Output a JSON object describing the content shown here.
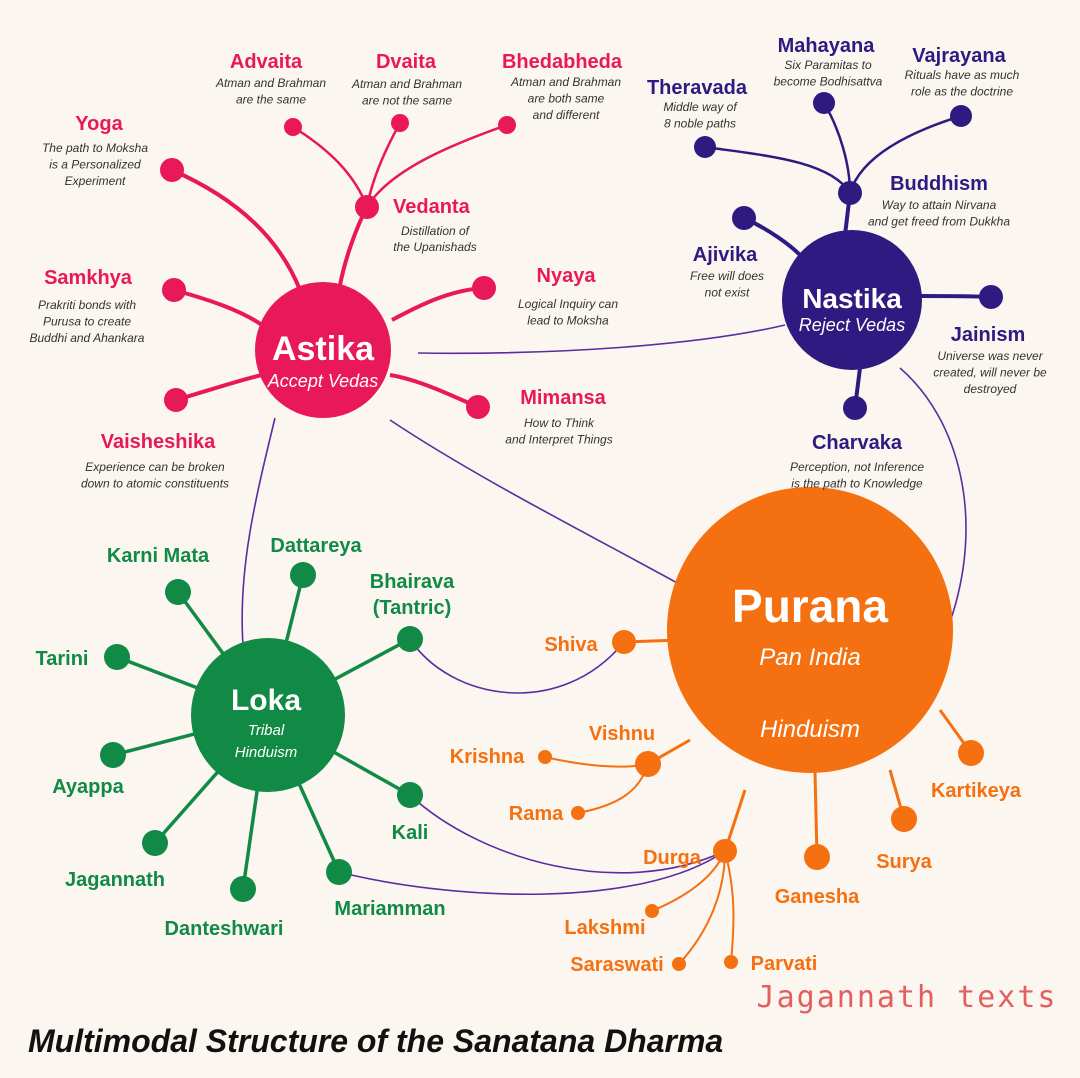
{
  "title": "Multimodal Structure of the Sanatana Dharma",
  "watermark": "Jagannath texts",
  "colors": {
    "astika": "#e8185a",
    "nastika": "#2e1a80",
    "purana": "#f57010",
    "loka": "#108a45",
    "link": "#5a2ca0",
    "background": "#fbf6f0"
  },
  "hubs": {
    "astika": {
      "title": "Astika",
      "subtitle": "Accept Vedas"
    },
    "nastika": {
      "title": "Nastika",
      "subtitle": "Reject Vedas"
    },
    "purana": {
      "title": "Purana",
      "subtitle": "Pan India",
      "subtitle2": "Hinduism"
    },
    "loka": {
      "title": "Loka",
      "subtitle": "Tribal",
      "subtitle2": "Hinduism"
    }
  },
  "astika": {
    "yoga": {
      "title": "Yoga",
      "desc": [
        "The path to Moksha",
        "is a Personalized",
        "Experiment"
      ]
    },
    "samkhya": {
      "title": "Samkhya",
      "desc": [
        "Prakriti bonds with",
        "Purusa to create",
        "Buddhi and Ahankara"
      ]
    },
    "vaisheshika": {
      "title": "Vaisheshika",
      "desc": [
        "Experience can be broken",
        "down to atomic constituents"
      ]
    },
    "vedanta": {
      "title": "Vedanta",
      "desc": [
        "Distillation of",
        "the Upanishads"
      ]
    },
    "advaita": {
      "title": "Advaita",
      "desc": [
        "Atman and Brahman",
        "are the same"
      ]
    },
    "dvaita": {
      "title": "Dvaita",
      "desc": [
        "Atman and Brahman",
        "are not the same"
      ]
    },
    "bhedabheda": {
      "title": "Bhedabheda",
      "desc": [
        "Atman and Brahman",
        "are both same",
        "and different"
      ]
    },
    "nyaya": {
      "title": "Nyaya",
      "desc": [
        "Logical Inquiry can",
        "lead to Moksha"
      ]
    },
    "mimansa": {
      "title": "Mimansa",
      "desc": [
        "How to Think",
        "and Interpret Things"
      ]
    }
  },
  "nastika": {
    "buddhism": {
      "title": "Buddhism",
      "desc": [
        "Way to attain Nirvana",
        "and get freed from Dukkha"
      ]
    },
    "theravada": {
      "title": "Theravada",
      "desc": [
        "Middle way of",
        "8 noble paths"
      ]
    },
    "mahayana": {
      "title": "Mahayana",
      "desc": [
        "Six Paramitas to",
        "become Bodhisattva"
      ]
    },
    "vajrayana": {
      "title": "Vajrayana",
      "desc": [
        "Rituals have as much",
        "role as the doctrine"
      ]
    },
    "ajivika": {
      "title": "Ajivika",
      "desc": [
        "Free will does",
        "not exist"
      ]
    },
    "jainism": {
      "title": "Jainism",
      "desc": [
        "Universe was never",
        "created, will never be",
        "destroyed"
      ]
    },
    "charvaka": {
      "title": "Charvaka",
      "desc": [
        "Perception, not Inference",
        "is the path to Knowledge"
      ]
    }
  },
  "loka": [
    "Karni Mata",
    "Dattareya",
    "Bhairava",
    "(Tantric)",
    "Tarini",
    "Ayappa",
    "Jagannath",
    "Danteshwari",
    "Mariamman",
    "Kali"
  ],
  "purana": [
    "Shiva",
    "Vishnu",
    "Krishna",
    "Rama",
    "Durga",
    "Lakshmi",
    "Saraswati",
    "Parvati",
    "Ganesha",
    "Surya",
    "Kartikeya"
  ]
}
